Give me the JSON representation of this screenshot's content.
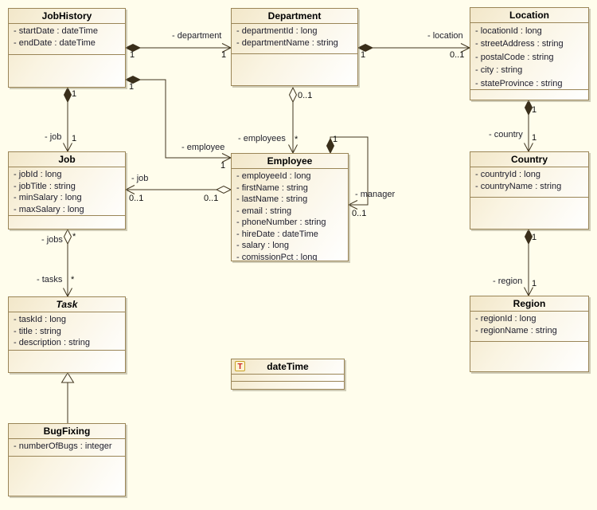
{
  "diagram": {
    "type": "uml-class-diagram",
    "colors": {
      "background": "#fffdec",
      "box_border": "#9a8557",
      "box_fill_start": "#f2e7c9",
      "box_fill_end": "#ffffff",
      "line": "#40351f",
      "badge_letter": "#cc2222"
    }
  },
  "classes": {
    "jobHistory": {
      "name": "JobHistory",
      "attributes": [
        "- startDate : dateTime",
        "- endDate : dateTime"
      ]
    },
    "department": {
      "name": "Department",
      "attributes": [
        "- departmentId : long",
        "- departmentName : string"
      ]
    },
    "location": {
      "name": "Location",
      "attributes": [
        "- locationId : long",
        "- streetAddress : string",
        "- postalCode : string",
        "- city : string",
        "- stateProvince : string"
      ]
    },
    "job": {
      "name": "Job",
      "attributes": [
        "- jobId : long",
        "- jobTitle : string",
        "- minSalary : long",
        "- maxSalary : long"
      ]
    },
    "employee": {
      "name": "Employee",
      "attributes": [
        "- employeeId : long",
        "- firstName : string",
        "- lastName : string",
        "- email : string",
        "- phoneNumber : string",
        "- hireDate : dateTime",
        "- salary : long",
        "- comissionPct : long"
      ]
    },
    "country": {
      "name": "Country",
      "attributes": [
        "- countryId : long",
        "- countryName : string"
      ]
    },
    "task": {
      "name": "Task",
      "abstract": true,
      "attributes": [
        "- taskId : long",
        "- title : string",
        "- description : string"
      ]
    },
    "region": {
      "name": "Region",
      "attributes": [
        "- regionId : long",
        "- regionName : string"
      ]
    },
    "bugFixing": {
      "name": "BugFixing",
      "attributes": [
        "- numberOfBugs : integer"
      ]
    },
    "dateTimeType": {
      "name": "dateTime",
      "badge": "T"
    }
  },
  "edges": {
    "jobHistoryDepartment": {
      "role": "- department",
      "sourceMult": "1",
      "targetMult": "1"
    },
    "departmentLocation": {
      "role": "- location",
      "sourceMult": "1",
      "targetMult": "0..1"
    },
    "jobHistoryJob": {
      "role": "- job",
      "sourceMult": "1",
      "targetMult": "1"
    },
    "jobHistoryEmployee": {
      "role": "- employee",
      "sourceMult": "1",
      "targetMult": "1"
    },
    "employeeJob": {
      "role": "- job",
      "sourceMult": "0..1",
      "targetMult": "0..1"
    },
    "departmentEmployees": {
      "role": "- employees",
      "sourceMult": "0..1",
      "targetMult": "*"
    },
    "employeeManager": {
      "role": "- manager",
      "sourceMult": "1",
      "targetMult": "0..1"
    },
    "locationCountry": {
      "role": "- country",
      "sourceMult": "1",
      "targetMult": "1"
    },
    "countryRegion": {
      "role": "- region",
      "sourceMult": "1",
      "targetMult": "1"
    },
    "jobTask": {
      "sourceRole": "- jobs",
      "targetRole": "- tasks",
      "sourceMult": "*",
      "targetMult": "*"
    }
  }
}
